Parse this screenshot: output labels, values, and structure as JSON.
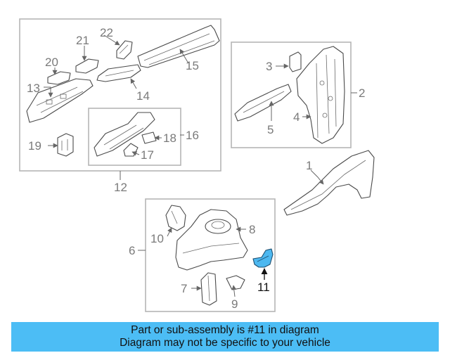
{
  "highlight_color": "#4cbdf5",
  "callouts": {
    "c1": "1",
    "c2": "2",
    "c3": "3",
    "c4": "4",
    "c5": "5",
    "c6": "6",
    "c7": "7",
    "c8": "8",
    "c9": "9",
    "c10": "10",
    "c11": "11",
    "c12": "12",
    "c13": "13",
    "c14": "14",
    "c15": "15",
    "c16": "16",
    "c17": "17",
    "c18": "18",
    "c19": "19",
    "c20": "20",
    "c21": "21",
    "c22": "22"
  },
  "banner": {
    "line1": "Part or sub-assembly is #11 in diagram",
    "line2": "Diagram may not be specific to your vehicle"
  }
}
